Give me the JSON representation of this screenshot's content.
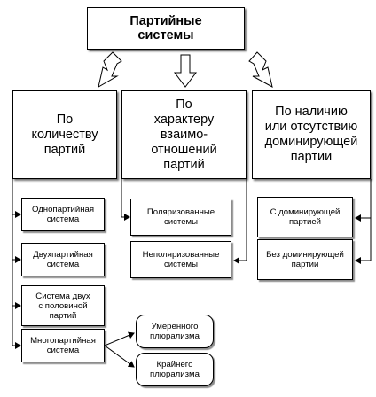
{
  "title": "Партийные\nсистемы",
  "categories": [
    {
      "label": "По\nколичеству\nпартий",
      "items": [
        "Однопартийная\nсистема",
        "Двухпартийная\nсистема",
        "Система двух\nс половиной\nпартий",
        "Многопартийная\nсистема"
      ]
    },
    {
      "label": "По\nхарактеру\nвзаимо-\nотношений\nпартий",
      "items": [
        "Поляризованные\nсистемы",
        "Неполяризованные\nсистемы"
      ]
    },
    {
      "label": "По наличию\nили отсутствию\nдоминирующей\nпартии",
      "items": [
        "С доминирующей\nпартией",
        "Без доминирующей\nпартии"
      ]
    }
  ],
  "pluralism": [
    "Умеренного\nплюрализма",
    "Крайнего\nплюрализма"
  ]
}
